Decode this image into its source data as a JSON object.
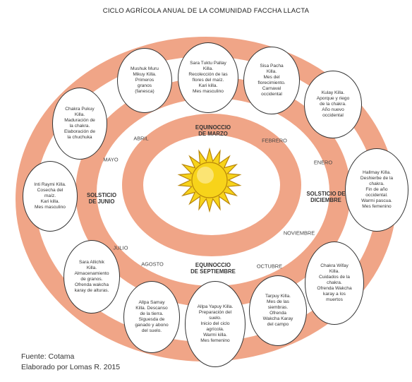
{
  "title": "CICLO AGRÍCOLA ANUAL DE LA COMUNIDAD FACCHA LLACTA",
  "colors": {
    "band": "#f0a587",
    "circle_border": "#333333",
    "sun": "#f7d31a",
    "sun_outline": "#b8860b"
  },
  "center_icon": "sun-icon",
  "events": {
    "equinox_march": "EQUINOCCIO\nDE MARZO",
    "solstice_december": "SOLSTICIO DE\nDICIEMBRE",
    "equinox_september": "EQUINOCCIO\nDE SEPTIEMBRE",
    "solstice_june": "SOLSTICIO\nDE JUNIO"
  },
  "months": {
    "febrero": "FEBRERO",
    "enero": "ENERO",
    "noviembre": "NOVIEMBRE",
    "octubre": "OCTUBRE",
    "agosto": "AGOSTO",
    "julio": "JULIO",
    "mayo": "MAYO",
    "abril": "ABRIL"
  },
  "moons": {
    "sara_tuktu": "Sara Tuktu Pallay\nKilla.\nRecolección de las\nflores del maíz.\nKari killa.\nMes masculino",
    "sisa_pacha": "Sisa Pacha\nKilla.\nMes del\nflorecimiento.\nCarnaval\noccidental",
    "kulay": "Kulay Killa.\nAporque y riego\nde la chakra.\nAño nuevo\noccidental",
    "hallmay": "Hallmay Killa.\nDeshierbe de la\nchakra.\nFin de año\noccidental.\nWarmi pascua.\nMes femenino",
    "chakra_wifay": "Chakra Wifay\nKilla.\nCuidados de la\nchakra.\nOfrenda Wakcha\nkaray a los\nmuertos",
    "tarpuy": "Tarpuy Killa.\nMes de las\nsiembras.\nOfrenda\nWakcha Karay\ndel campo",
    "allpa_yapuy": "Allpa Yapuy Killa.\nPreparación del\nsuelo.\nInicio del ciclo\nagrícola.\nWarmi killa.\nMes femenino",
    "allpa_samay": "Allpa Samay\nKilla. Descanso\nde la tierra.\nSiguesda de\nganado y abono\ndel suelo.",
    "sara_allichik": "Sara Allichik\nKilla.\nAlmacenamiento\nde granos.\nOfrenda wakcha\nkaray de alturas.",
    "inti_raymi": "Inti Raymi Killa.\nCosecha del\nmaíz.\nKari killa.\nMes masculino",
    "chakra_pukuy": "Chakra Pukuy\nKilla.\nMaduración de\nla chakra.\nElaboración de\nla chuchuka",
    "mushuk_muru": "Mushuk Muru\nMikuy Killa.\nPrimeros\ngranos\n(fanesca)"
  },
  "footer": {
    "source": "Fuente: Cotama",
    "author": "Elaborado por Lomas R. 2015"
  }
}
